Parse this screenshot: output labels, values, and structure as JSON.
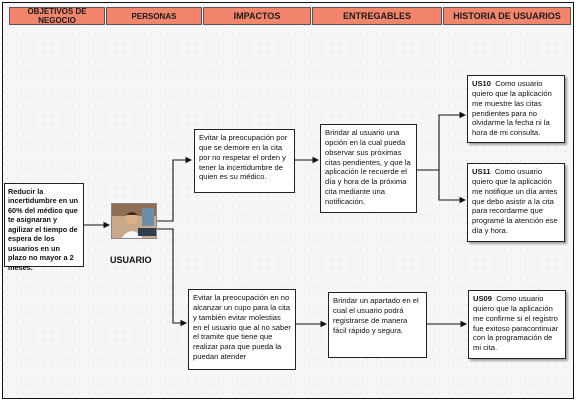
{
  "headers": {
    "objetivos": "OBJETIVOS DE NEGOCIO",
    "personas": "PERSONAS",
    "impactos": "IMPACTOS",
    "entregables": "ENTREGABLES",
    "historia": "HISTORIA DE USUARIOS"
  },
  "objetivo": {
    "text": "Reducir la incertidumbre en un 60% del médico que te asignaran y agilizar el tiempo de espera de los usuarios en un plazo no mayor a 2 meses."
  },
  "persona": {
    "label": "USUARIO",
    "photo_icon": "user-photo-icon"
  },
  "impactos": [
    {
      "text": "Evitar la preocupación por que se demore en la cita por no respetar el orden y tener la incertidumbre de quien es su médico."
    },
    {
      "text": "Evitar la preocupación en no alcanzar un cupo para la cita y también evitar molestias en el usuario que al no saber el tramite que tiene que realizar para que pueda la puedan atender"
    }
  ],
  "entregables": [
    {
      "text": "Brindar al usuario una opción en la cual pueda observar sus próximas citas pendientes, y que la aplicación le recuerde el día y hora de la próxima cita mediante una notificación."
    },
    {
      "text": "Brindar un apartado en el cual el usuario podrá registrarse de manera fácil rápido y segura."
    }
  ],
  "historias": [
    {
      "id": "US10",
      "text": "Como usuario quiero que la aplicación me muestre las citas pendientes para no olvidarme la fecha ni la hora de mi consulta."
    },
    {
      "id": "US11",
      "text": "Como usuario quiero que la aplicación me notifique un día antes que debo asistir a la cita para recordarme que programé la atención ese día y hora."
    },
    {
      "id": "US09",
      "text": "Como usuario quiero que la aplicación me confirme si el registro fue exitoso paracontinuar con la programación de mi cita."
    }
  ],
  "colors": {
    "header_bg": "#f2856b",
    "connector": "#111111"
  }
}
